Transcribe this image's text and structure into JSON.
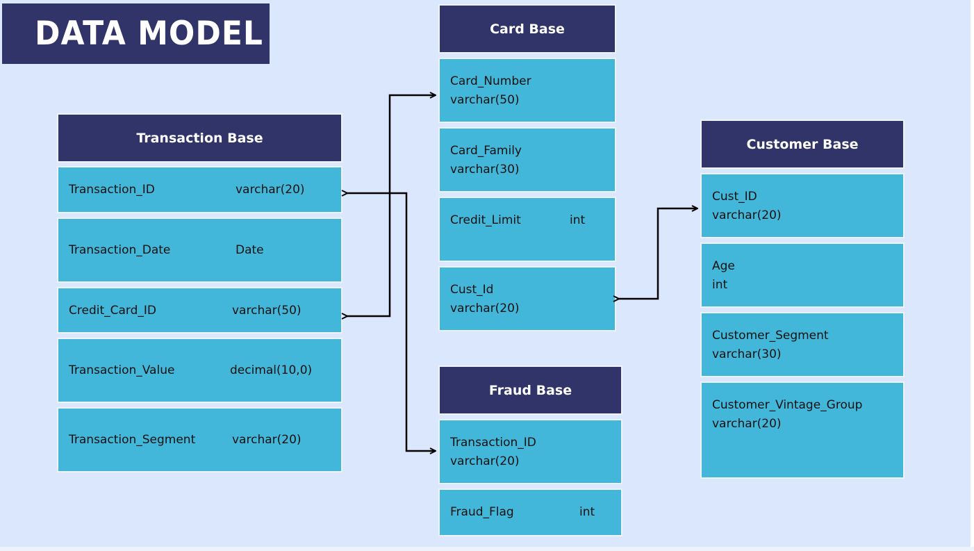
{
  "title": "DATA MODEL",
  "tables": {
    "transaction": {
      "name": "Transaction Base",
      "fields": [
        {
          "name": "Transaction_ID",
          "type": "varchar(20)"
        },
        {
          "name": "Transaction_Date",
          "type": "Date"
        },
        {
          "name": "Credit_Card_ID",
          "type": "varchar(50)"
        },
        {
          "name": "Transaction_Value",
          "type": "decimal(10,0)"
        },
        {
          "name": "Transaction_Segment",
          "type": "varchar(20)"
        }
      ]
    },
    "card": {
      "name": "Card Base",
      "fields": [
        {
          "name": "Card_Number",
          "type": "varchar(50)"
        },
        {
          "name": "Card_Family",
          "type": "varchar(30)"
        },
        {
          "name": "Credit_Limit",
          "type": "int"
        },
        {
          "name": "Cust_Id",
          "type": "varchar(20)"
        }
      ]
    },
    "fraud": {
      "name": "Fraud Base",
      "fields": [
        {
          "name": "Transaction_ID",
          "type": "varchar(20)"
        },
        {
          "name": "Fraud_Flag",
          "type": "int"
        }
      ]
    },
    "customer": {
      "name": "Customer Base",
      "fields": [
        {
          "name": "Cust_ID",
          "type": "varchar(20)"
        },
        {
          "name": "Age",
          "type": "int"
        },
        {
          "name": "Customer_Segment",
          "type": "varchar(30)"
        },
        {
          "name": "Customer_Vintage_Group",
          "type": "varchar(20)"
        }
      ]
    }
  },
  "colors": {
    "background": "#dae7fc",
    "header": "#303469",
    "field": "#42b7d9",
    "connector": "#000000"
  }
}
